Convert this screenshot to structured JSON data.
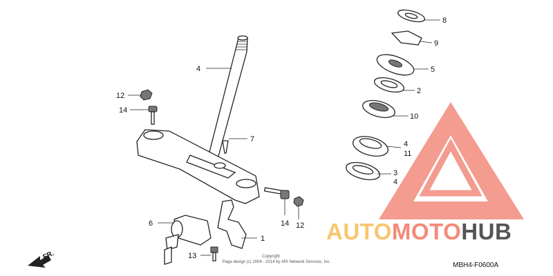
{
  "callouts": [
    {
      "id": "c-8",
      "text": "8"
    },
    {
      "id": "c-9",
      "text": "9"
    },
    {
      "id": "c-5",
      "text": "5"
    },
    {
      "id": "c-2",
      "text": "2"
    },
    {
      "id": "c-10",
      "text": "10"
    },
    {
      "id": "c-4a",
      "text": "4"
    },
    {
      "id": "c-11",
      "text": "11"
    },
    {
      "id": "c-3",
      "text": "3"
    },
    {
      "id": "c-4b",
      "text": "4"
    },
    {
      "id": "c-4c",
      "text": "4"
    },
    {
      "id": "c-12a",
      "text": "12"
    },
    {
      "id": "c-14a",
      "text": "14"
    },
    {
      "id": "c-7",
      "text": "7"
    },
    {
      "id": "c-14b",
      "text": "14"
    },
    {
      "id": "c-12b",
      "text": "12"
    },
    {
      "id": "c-6",
      "text": "6"
    },
    {
      "id": "c-1",
      "text": "1"
    },
    {
      "id": "c-13",
      "text": "13"
    }
  ],
  "copyright": {
    "line1": "Copyright",
    "line2": "Page design (c) 2004 - 2014 by ARI Network Services, Inc."
  },
  "diagram_code": "MBH4-F0600A",
  "direction_label": "FR.",
  "watermark": {
    "part1": "AUTO",
    "part2": "MOTO",
    "part3": "HUB",
    "colors": {
      "auto": "#f7c66d",
      "moto": "#f48a79",
      "hub": "#555555",
      "triangle": "#f28b7c"
    }
  }
}
